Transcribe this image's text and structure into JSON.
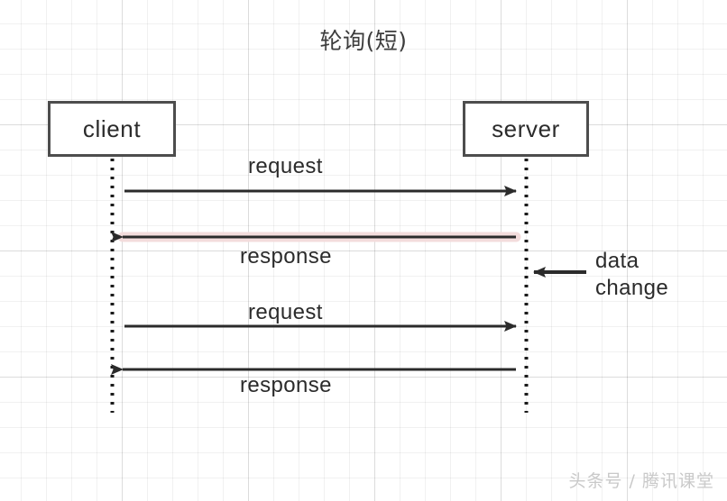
{
  "diagram": {
    "title": "轮询(短)",
    "watermark": "头条号 / 腾讯课堂",
    "colors": {
      "background": "#ffffff",
      "grid_minor": "#f0f0f0",
      "grid_major": "#e6e6e6",
      "node_border": "#4d4d4d",
      "node_fill": "#ffffff",
      "text": "#2b2b2b",
      "arrow": "#2b2b2b",
      "lifeline": "#1a1a1a",
      "highlight": "#f3dcdc",
      "watermark": "#c9c9c9"
    },
    "nodes": [
      {
        "id": "client",
        "label": "client"
      },
      {
        "id": "server",
        "label": "server"
      }
    ],
    "messages": [
      {
        "id": "request-1",
        "label": "request",
        "from": "client",
        "to": "server",
        "direction": "right",
        "highlighted": false
      },
      {
        "id": "response-1",
        "label": "response",
        "from": "server",
        "to": "client",
        "direction": "left",
        "highlighted": true
      },
      {
        "id": "request-2",
        "label": "request",
        "from": "client",
        "to": "server",
        "direction": "right",
        "highlighted": false
      },
      {
        "id": "response-2",
        "label": "response",
        "from": "server",
        "to": "client",
        "direction": "left",
        "highlighted": false
      }
    ],
    "notes": [
      {
        "id": "data-change",
        "line1": "data",
        "line2": "change",
        "target": "server"
      }
    ]
  }
}
